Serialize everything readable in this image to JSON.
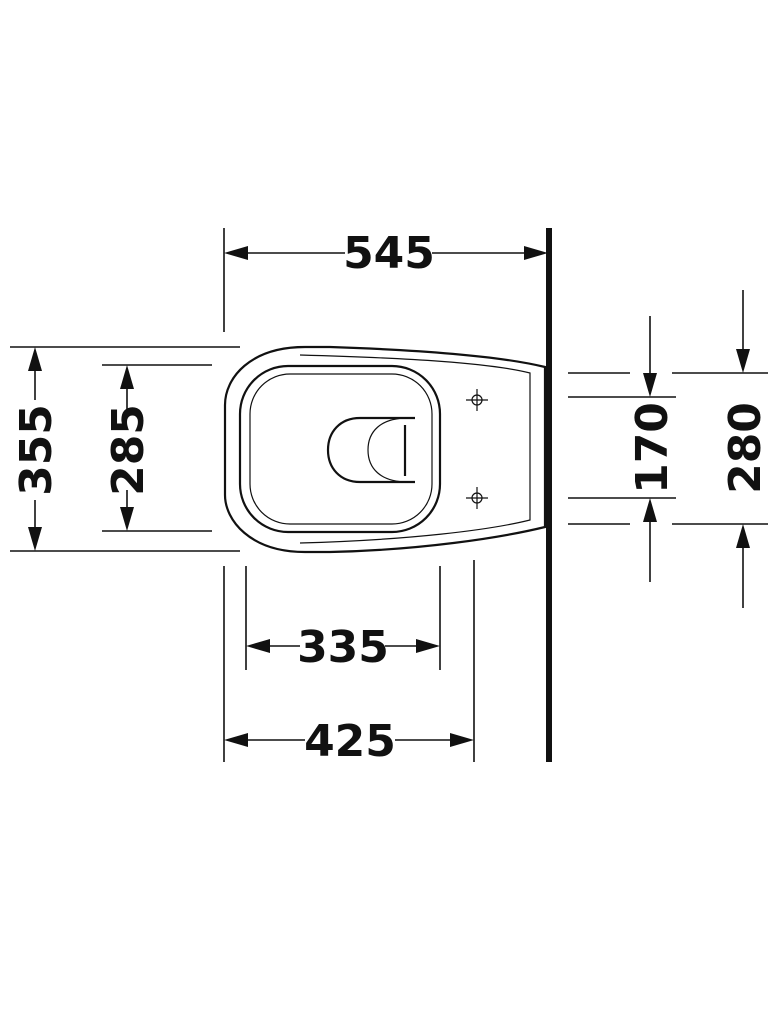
{
  "dimensions": {
    "overall_depth": "545",
    "overall_width": "355",
    "seat_width": "285",
    "seat_depth": "335",
    "fixing_depth": "425",
    "bolt_spacing": "170",
    "bracket_spacing": "280"
  },
  "colors": {
    "line": "#111111",
    "background": "#ffffff"
  }
}
